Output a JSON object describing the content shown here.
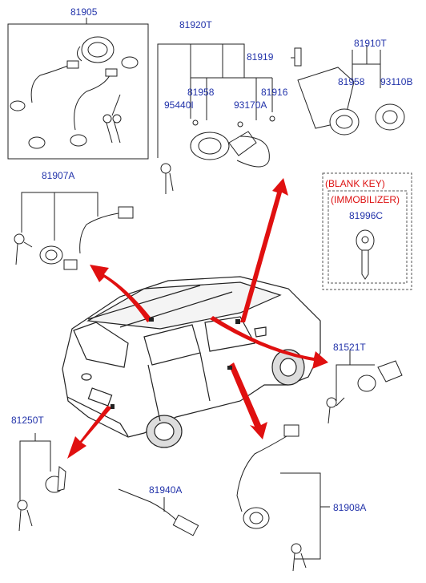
{
  "parts": {
    "p81905": "81905",
    "p81920T": "81920T",
    "p81919": "81919",
    "p81910T": "81910T",
    "p81958a": "81958",
    "p81916": "81916",
    "p95440I": "95440I",
    "p93170A": "93170A",
    "p81958b": "81958",
    "p93110B": "93110B",
    "p81907A": "81907A",
    "p81996C": "81996C",
    "p81521T": "81521T",
    "p81250T": "81250T",
    "p81940A": "81940A",
    "p81908A": "81908A"
  },
  "notes": {
    "blank_key": "(BLANK KEY)",
    "immobilizer": "(IMMOBILIZER)"
  },
  "colors": {
    "label": "#2233aa",
    "note": "#dd1111",
    "arrow": "#e01010",
    "line": "#222222"
  }
}
